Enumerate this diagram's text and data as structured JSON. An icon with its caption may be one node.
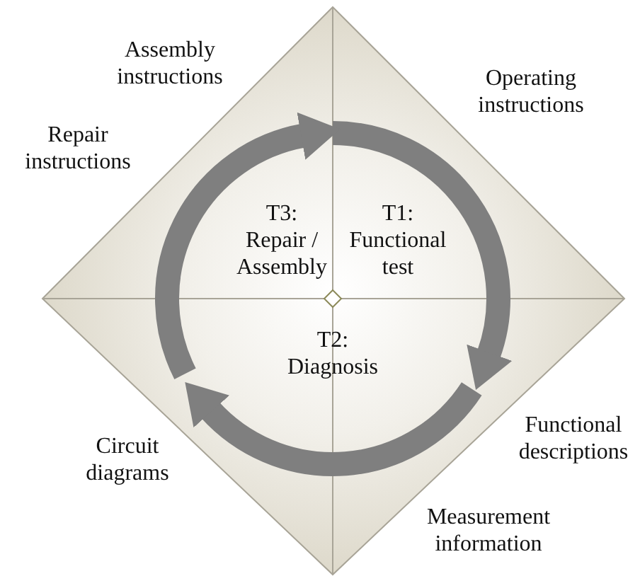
{
  "diagram": {
    "nodes": [
      {
        "text": [
          "T1: Functional test"
        ]
      },
      {
        "text": [
          "T2: Diagnosis"
        ]
      },
      {
        "text": [
          "T3: Repair / Assembly"
        ]
      }
    ],
    "labels": [
      "Assembly instructions",
      "Operating instructions",
      "Repair instructions",
      "Circuit diagrams",
      "Functional descriptions",
      "Measurement information"
    ]
  }
}
